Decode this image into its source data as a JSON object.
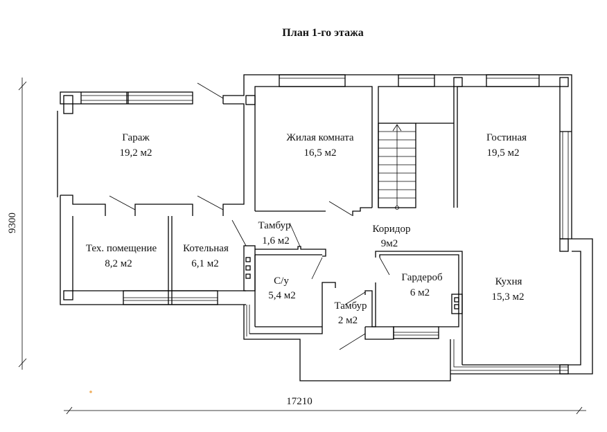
{
  "title": "План 1-го этажа",
  "dimensions": {
    "height": "9300",
    "width": "17210"
  },
  "rooms": [
    {
      "name": "Гараж",
      "area": "19,2 м2"
    },
    {
      "name": "Жилая комната",
      "area": "16,5 м2"
    },
    {
      "name": "Гостиная",
      "area": "19,5 м2"
    },
    {
      "name": "Тамбур",
      "area": "1,6 м2"
    },
    {
      "name": "Коридор",
      "area": "9м2"
    },
    {
      "name": "Тех. помещение",
      "area": "8,2 м2"
    },
    {
      "name": "Котельная",
      "area": "6,1 м2"
    },
    {
      "name": "С/у",
      "area": "5,4 м2"
    },
    {
      "name": "Гардероб",
      "area": "6 м2"
    },
    {
      "name": "Кухня",
      "area": "15,3 м2"
    },
    {
      "name": "Тамбур",
      "area": "2 м2"
    }
  ],
  "colors": {
    "line": "#000000",
    "dot": "#f0b060"
  }
}
